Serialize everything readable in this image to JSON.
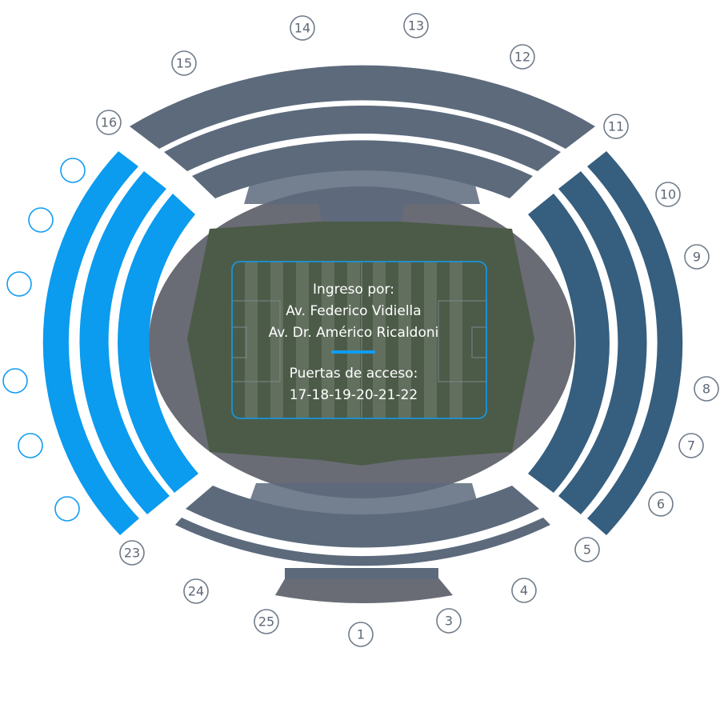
{
  "info": {
    "heading": "Ingreso por:",
    "street_1": "Av. Federico Vidiella",
    "street_2": "Av. Dr. Américo Ricaldoni",
    "gates_heading": "Puertas de acceso:",
    "gates_list": "17-18-19-20-21-22"
  },
  "gates": {
    "g1": "1",
    "g3": "3",
    "g4": "4",
    "g5": "5",
    "g6": "6",
    "g7": "7",
    "g8": "8",
    "g9": "9",
    "g10": "10",
    "g11": "11",
    "g12": "12",
    "g13": "13",
    "g14": "14",
    "g15": "15",
    "g16": "16",
    "g23": "23",
    "g24": "24",
    "g25": "25",
    "g17": "",
    "g18": "",
    "g19": "",
    "g20": "",
    "g21": "",
    "g22": ""
  },
  "highlighted_gates": [
    "17",
    "18",
    "19",
    "20",
    "21",
    "22"
  ],
  "colors": {
    "stand_default": "#5c6a7c",
    "stand_east": "#365e7e",
    "stand_highlight": "#0b9bef",
    "field_ring": "#6a6c75",
    "pitch": "#4c5b48",
    "accent": "#109cf1"
  }
}
